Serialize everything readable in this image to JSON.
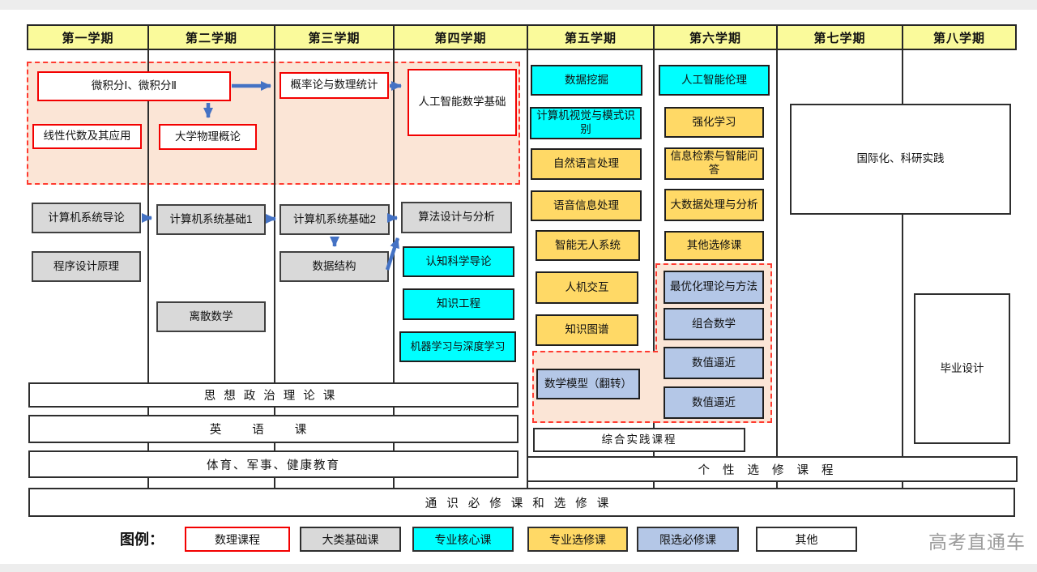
{
  "semesters": [
    "第一学期",
    "第二学期",
    "第三学期",
    "第四学期",
    "第五学期",
    "第六学期",
    "第七学期",
    "第八学期"
  ],
  "courses": {
    "math": [
      {
        "label": "微积分Ⅰ、微积分Ⅱ"
      },
      {
        "label": "线性代数及其应用"
      },
      {
        "label": "大学物理概论"
      },
      {
        "label": "概率论与数理统计"
      },
      {
        "label": "人工智能数学基础"
      }
    ],
    "foundation": [
      {
        "label": "计算机系统导论"
      },
      {
        "label": "程序设计原理"
      },
      {
        "label": "计算机系统基础1"
      },
      {
        "label": "离散数学"
      },
      {
        "label": "计算机系统基础2"
      },
      {
        "label": "数据结构"
      },
      {
        "label": "算法设计与分析"
      }
    ],
    "core": [
      {
        "label": "认知科学导论"
      },
      {
        "label": "知识工程"
      },
      {
        "label": "机器学习与深度学习"
      },
      {
        "label": "数据挖掘"
      },
      {
        "label": "计算机视觉与模式识别"
      },
      {
        "label": "人工智能伦理"
      }
    ],
    "elective": [
      {
        "label": "自然语言处理"
      },
      {
        "label": "语音信息处理"
      },
      {
        "label": "智能无人系统"
      },
      {
        "label": "人机交互"
      },
      {
        "label": "知识图谱"
      },
      {
        "label": "强化学习"
      },
      {
        "label": "信息检索与智能问答"
      },
      {
        "label": "大数据处理与分析"
      },
      {
        "label": "其他选修课"
      }
    ],
    "restricted": [
      {
        "label": "数学模型（翻转）"
      },
      {
        "label": "最优化理论与方法"
      },
      {
        "label": "组合数学"
      },
      {
        "label": "数值逼近"
      },
      {
        "label": "数值逼近"
      }
    ],
    "other": [
      {
        "label": "国际化、科研实践"
      },
      {
        "label": "毕业设计"
      },
      {
        "label": "综合实践课程"
      }
    ]
  },
  "bands": [
    {
      "label": "思想政治理论课"
    },
    {
      "label": "英语课"
    },
    {
      "label": "体育、军事、健康教育"
    },
    {
      "label": "个性选修课程"
    },
    {
      "label": "通识必修课和选修课"
    }
  ],
  "legend": {
    "title": "图例：",
    "items": [
      {
        "label": "数理课程"
      },
      {
        "label": "大类基础课"
      },
      {
        "label": "专业核心课"
      },
      {
        "label": "专业选修课"
      },
      {
        "label": "限选必修课"
      },
      {
        "label": "其他"
      }
    ]
  },
  "watermark": "高考直通车",
  "colors": {
    "header_yellow": "#fafa9b",
    "core_cyan": "#00ffff",
    "elective_gold": "#ffd966",
    "restricted_blue": "#b4c7e7",
    "foundation_gray": "#d9d9d9",
    "math_region_pink": "#fbe5d6",
    "math_border_red": "#f30000",
    "arrow_blue": "#4472c4"
  }
}
